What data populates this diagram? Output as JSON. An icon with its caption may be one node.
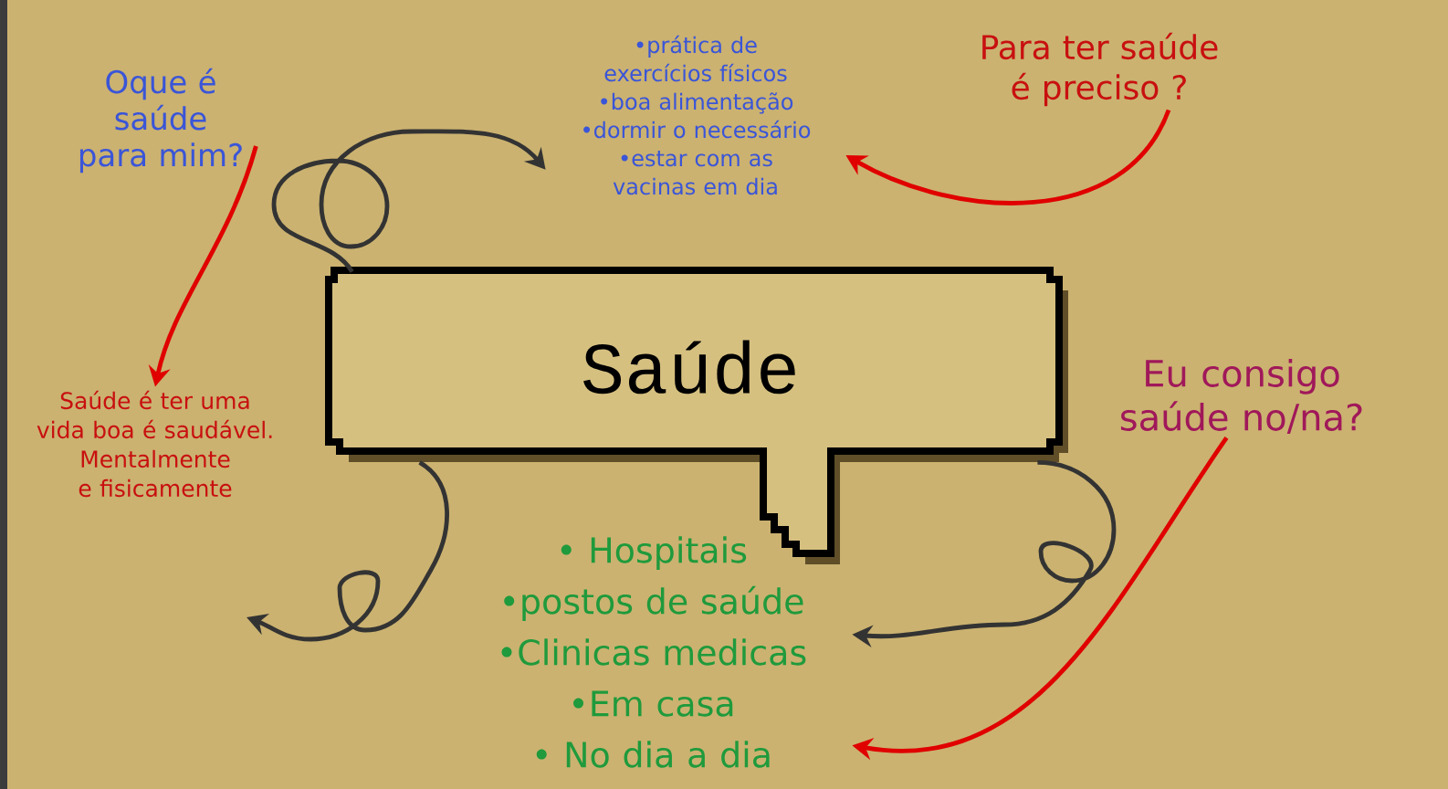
{
  "diagram": {
    "nodes": [
      {
        "text": [
          "Saúde"
        ]
      },
      {
        "text": [
          "Oque é saúde para mim?"
        ]
      },
      {
        "text": [
          "Saúde é ter uma vida boa é saudável. Mentalmente e fisicamente"
        ]
      },
      {
        "text": [
          "•prática de exercícios físicos",
          "•boa alimentação",
          "•dormir o necessário",
          "•estar com as vacinas em dia"
        ]
      },
      {
        "text": [
          "Para ter saúde é preciso ?"
        ]
      },
      {
        "text": [
          "Eu consigo saúde no/na?"
        ]
      },
      {
        "text": [
          "• Hospitais",
          "•postos de saúde",
          "•Clinicas medicas",
          "•Em casa",
          "• No dia a dia"
        ]
      }
    ],
    "edges": [
      {
        "from": 1,
        "to": 2,
        "arrow": "to",
        "color": "#e00000"
      },
      {
        "from": 0,
        "to": 3,
        "arrow": "to",
        "color": "#333333"
      },
      {
        "from": 0,
        "to": null,
        "arrow": "to",
        "color": "#333333"
      },
      {
        "from": 0,
        "to": 6,
        "arrow": "to",
        "color": "#333333"
      },
      {
        "from": 4,
        "to": 3,
        "arrow": "to",
        "color": "#e00000"
      },
      {
        "from": 5,
        "to": 6,
        "arrow": "to",
        "color": "#e00000"
      }
    ]
  }
}
